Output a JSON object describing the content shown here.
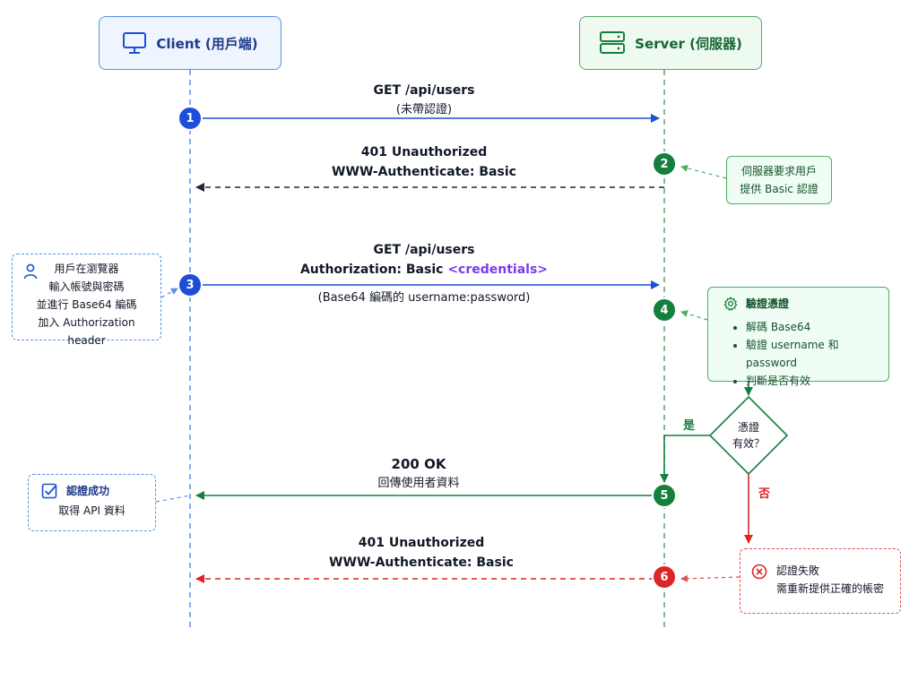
{
  "actors": {
    "client": "Client (用戶端)",
    "server": "Server (伺服器)"
  },
  "messages": {
    "m1": {
      "number": "1",
      "title": "GET /api/users",
      "sub": "(未帶認證)"
    },
    "m2": {
      "number": "2",
      "title": "401 Unauthorized",
      "sub": "WWW-Authenticate: Basic"
    },
    "m3": {
      "number": "3",
      "title": "GET /api/users",
      "header_prefix": "Authorization: Basic ",
      "header_value": "<credentials>",
      "sub": "(Base64 編碼的 username:password)"
    },
    "m4": {
      "number": "4"
    },
    "m5": {
      "number": "5",
      "title": "200 OK",
      "sub": "回傳使用者資料"
    },
    "m6": {
      "number": "6",
      "title": "401 Unauthorized",
      "sub": "WWW-Authenticate: Basic"
    }
  },
  "notes": {
    "server_request": {
      "line1": "伺服器要求用戶",
      "line2": "提供 Basic 認證"
    },
    "client_input": {
      "line1": "用戶在瀏覽器",
      "line2": "輸入帳號與密碼",
      "line3": "並進行 Base64 編碼",
      "line4": "加入 Authorization header"
    },
    "verify": {
      "title": "驗證憑證",
      "items": [
        "解碼 Base64",
        "驗證 username 和 password",
        "判斷是否有效"
      ]
    },
    "success": {
      "title": "認證成功",
      "line": "取得 API 資料"
    },
    "failure": {
      "title": "認證失敗",
      "line": "需重新提供正確的帳密"
    }
  },
  "decision": {
    "line1": "憑證",
    "line2": "有效？",
    "yes": "是",
    "no": "否"
  },
  "colors": {
    "blue": "#1d4ed8",
    "green": "#15803d",
    "red": "#dc2626",
    "dark": "#1f2937",
    "purple": "#7c3aed"
  },
  "icons": {
    "client": "monitor-icon",
    "server": "server-icon",
    "user": "user-icon",
    "gear": "gear-icon",
    "check": "checkbox-icon",
    "error": "x-circle-icon"
  }
}
